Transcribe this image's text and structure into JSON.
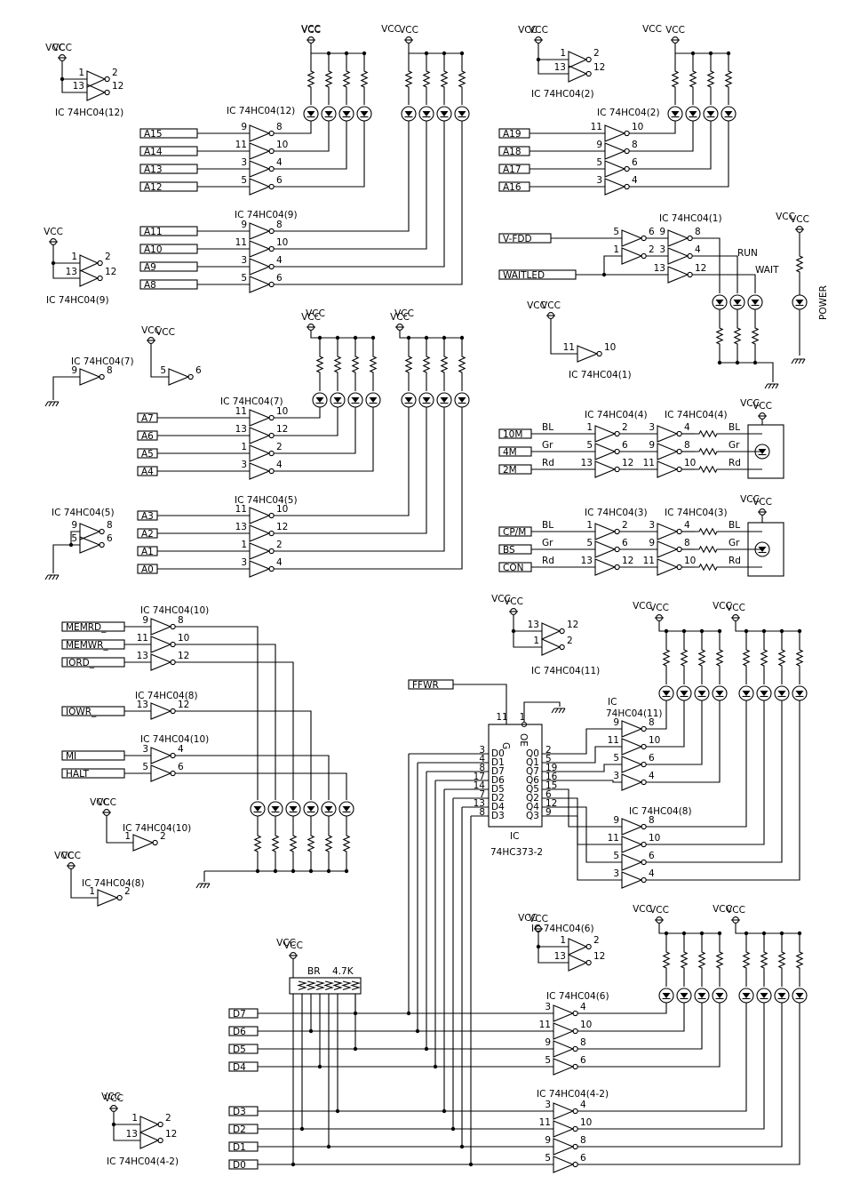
{
  "vcc_label": "VCC",
  "power_label": "POWER",
  "run_label": "RUN",
  "wait_label": "WAIT",
  "color_bl": "BL",
  "color_gr": "Gr",
  "color_rd": "Rd",
  "latch_ref": "IC",
  "latch_part": "74HC373-2",
  "latch_pins": [
    "D0",
    "D1",
    "D7",
    "D6",
    "D5",
    "D2",
    "D4",
    "D3",
    "Q0",
    "Q1",
    "Q7",
    "Q6",
    "Q5",
    "Q2",
    "Q4",
    "Q3",
    "G",
    "OE"
  ],
  "latch_pin_numbers": [
    "3",
    "4",
    "8",
    "17",
    "14",
    "7",
    "13",
    "8",
    "2",
    "5",
    "19",
    "16",
    "15",
    "6",
    "12",
    "9",
    "11",
    "1"
  ],
  "resistor_network": [
    "BR",
    "4.7K"
  ],
  "ic_labels": [
    "IC 74HC04(12)",
    "IC 74HC04(12)",
    "IC  74HC04(9)",
    "IC 74HC04(9)",
    "IC 74HC04(2)",
    "IC 74HC04(2)",
    "IC 74HC04(1)",
    "IC 74HC04(1)",
    "IC 74HC04(7)",
    "IC 74HC04(7)",
    "IC   74HC04(5)",
    "IC    74HC04(5)",
    "IC 74HC04(4)",
    "IC 74HC04(4)",
    "IC 74HC04(3)",
    "IC 74HC04(3)",
    "IC 74HC04(10)",
    "IC   74HC04(8)",
    "IC 74HC04(10)",
    "IC 74HC04(10)",
    "IC   74HC04(8)",
    "IC 74HC04(11)",
    "IC\n74HC04(11)",
    "IC   74HC04(8)",
    "IC 74HC04(6)",
    "IC 74HC04(6)",
    "IC 74HC04(4-2)",
    "IC 74HC04(4-2)"
  ],
  "signals": [
    "A15",
    "A14",
    "A13",
    "A12",
    "A11",
    "A10",
    "A9",
    "A8",
    "A19",
    "A18",
    "A17",
    "A16",
    "V-FDD",
    "WAITLED",
    "A7",
    "A6",
    "A5",
    "A4",
    "A3",
    "A2",
    "A1",
    "A0",
    "10M",
    "4M",
    "2M",
    "CP/M",
    "BS",
    "CON",
    "FFWR",
    "MEMRD_",
    "MEMWR_",
    "IORD_",
    "IOWR_",
    "MI",
    "HALT",
    "D7",
    "D6",
    "D5",
    "D4",
    "D3",
    "D2",
    "D1",
    "D0"
  ]
}
